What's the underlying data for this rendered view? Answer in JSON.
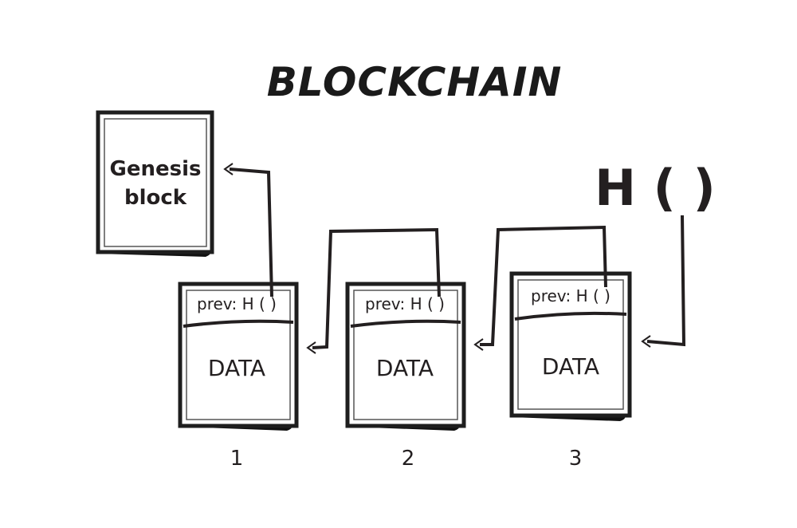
{
  "title": "BLOCKCHAIN",
  "genesis": {
    "line1": "Genesis",
    "line2": "block"
  },
  "blocks": [
    {
      "header": "prev: H ( )",
      "body": "DATA",
      "number": "1"
    },
    {
      "header": "prev: H ( )",
      "body": "DATA",
      "number": "2"
    },
    {
      "header": "prev: H ( )",
      "body": "DATA",
      "number": "3"
    }
  ],
  "hash_function": "H (  )"
}
